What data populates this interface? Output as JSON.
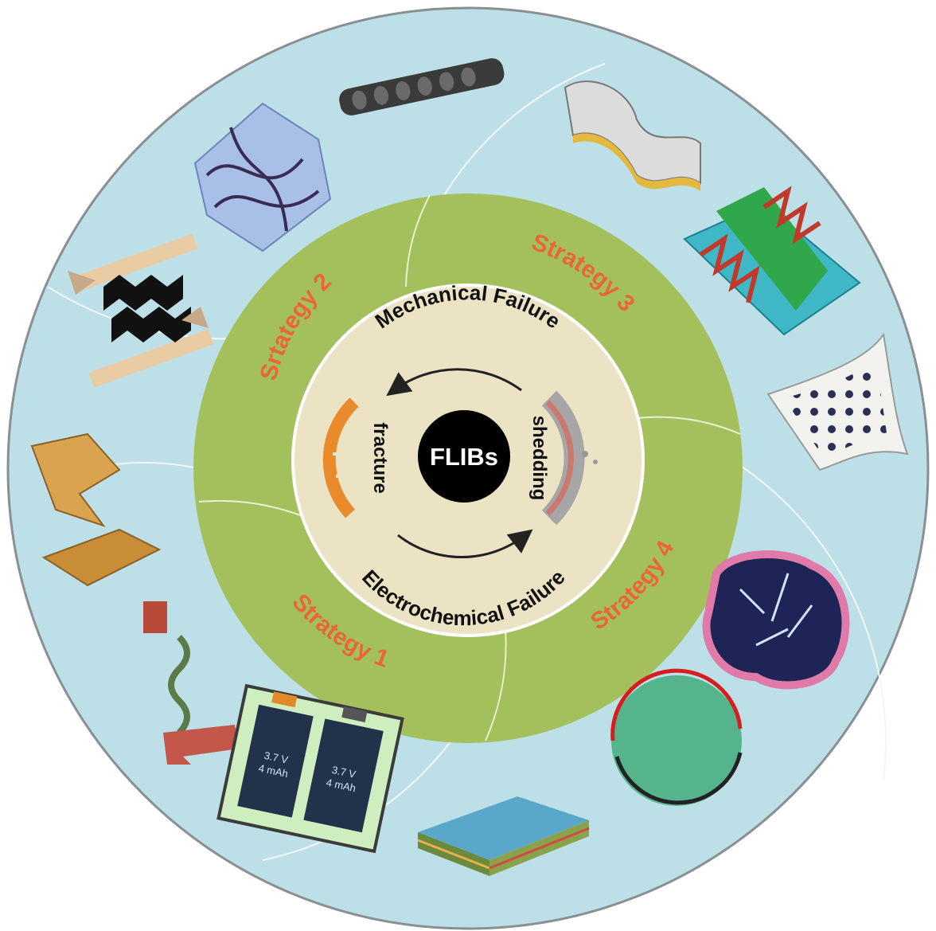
{
  "center": {
    "label": "FLIBs"
  },
  "failures": {
    "mechanical": "Mechanical Failure",
    "electrochemical": "Electrochemical Failure",
    "fracture": "fracture",
    "shedding": "shedding"
  },
  "strategies": {
    "s1": "Strategy 1",
    "s2": "Srtategy 2",
    "s3": "Strategy 3",
    "s4": "Strategy 4"
  },
  "battery": {
    "cell_label_a": "3.7 V",
    "cell_label_b": "4 mAh"
  },
  "colors": {
    "outer_ring": "#bde0e8",
    "middle_ring": "#a3c05c",
    "inner_disc": "#ece2c4",
    "core": "#000000",
    "strategy_text": "#e8663a",
    "failure_text": "#111111"
  }
}
